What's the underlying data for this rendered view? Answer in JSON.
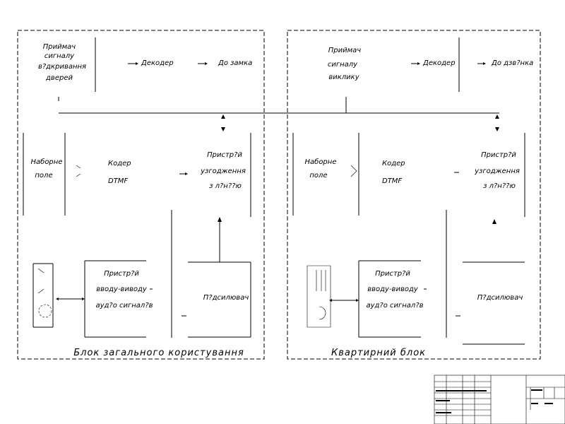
{
  "common_block": {
    "title": "Блок загального користування",
    "receiver": [
      "Приймач",
      "сигналу",
      "в?дкривання",
      "дверей"
    ],
    "decoder": "Декодер",
    "to_lock": "До замка",
    "dial_field": [
      "Наборне",
      "поле"
    ],
    "coder": "Кодер",
    "dtmf": "DTMF",
    "matching_device": [
      "Пристр?й",
      "узгодження",
      "з л?н??ю"
    ],
    "io_device": [
      "Пристр?й",
      "вводу-виводу",
      "ауд?о сигнал?в"
    ],
    "amplifier": "П?дсилювач"
  },
  "apartment_block": {
    "title": "Квартирний блок",
    "receiver": [
      "Приймач",
      "сигналу",
      "виклику"
    ],
    "decoder": "Декодер",
    "to_bell": "До дзв?нка",
    "dial_field": [
      "Наборне",
      "поле"
    ],
    "coder": "Кодер",
    "dtmf": "DTMF",
    "matching_device": [
      "Пристр?й",
      "узгодження",
      "з л?н??ю"
    ],
    "io_device": [
      "Пристр?й",
      "вводу-виводу",
      "ауд?о сигнал?в"
    ],
    "amplifier": "П?дсилювач"
  }
}
